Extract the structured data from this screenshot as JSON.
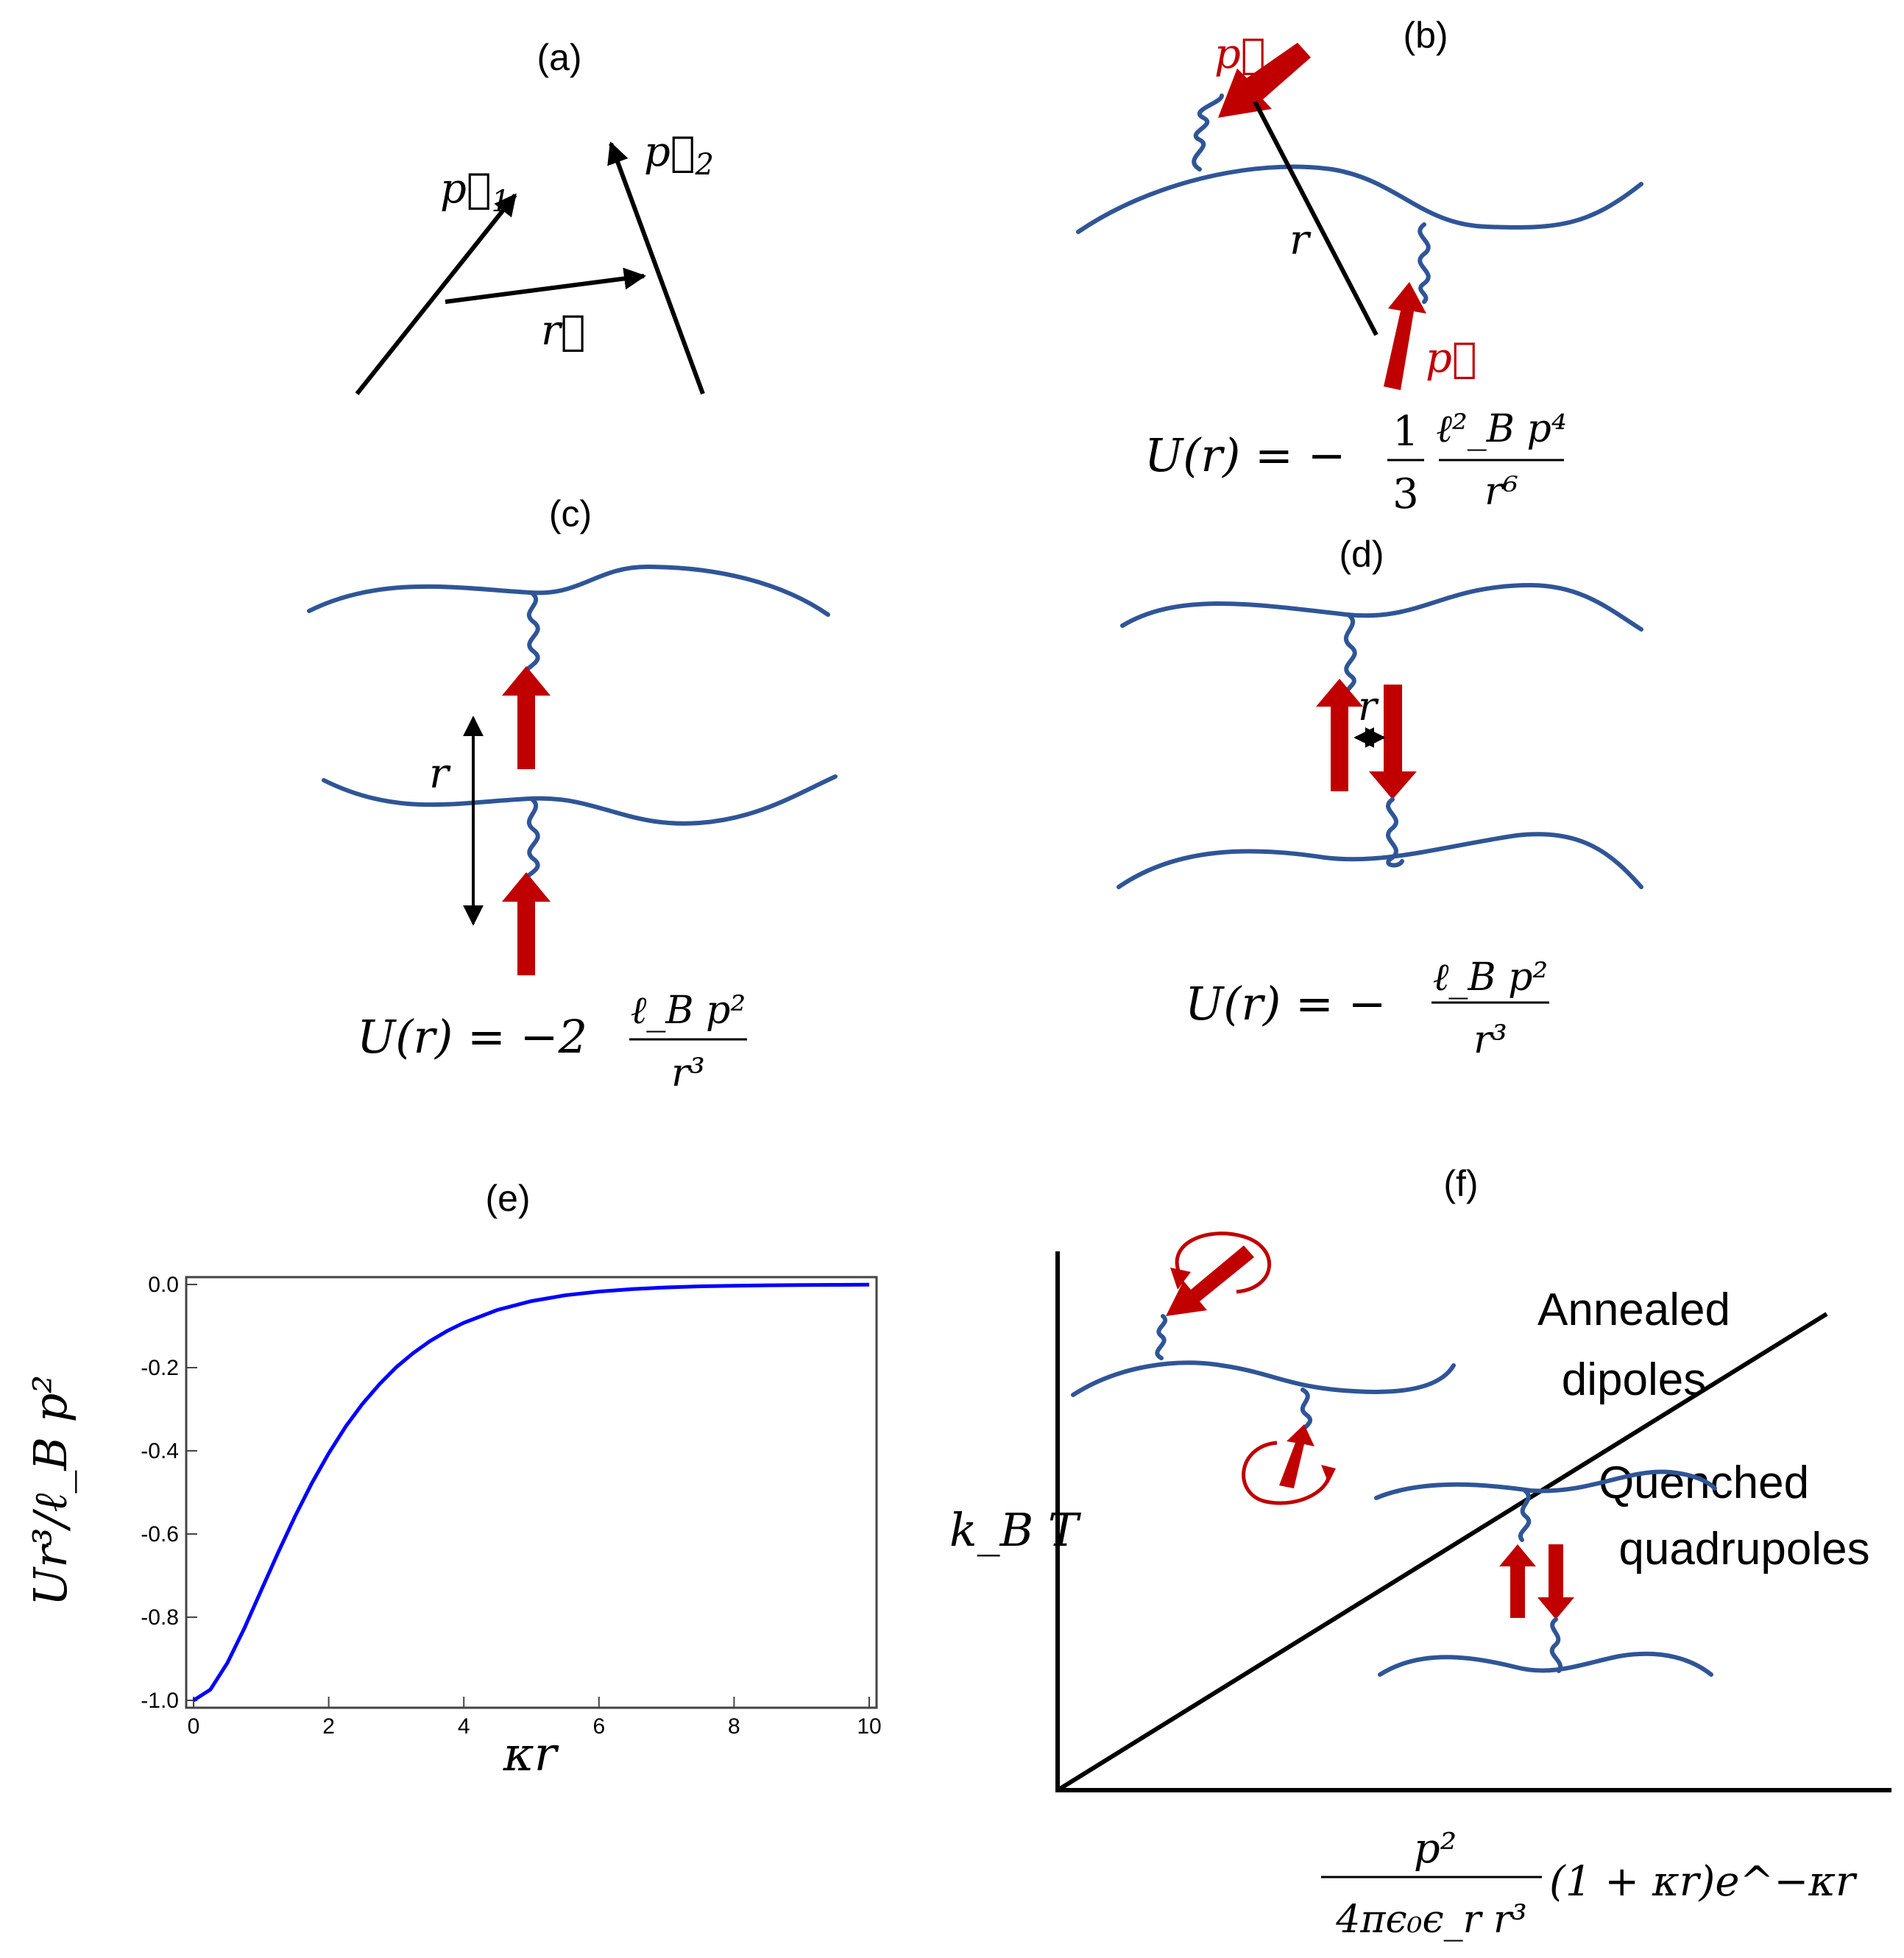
{
  "panels": {
    "a": {
      "label": "(a)",
      "p1": "p⃗",
      "p1_sub": "1",
      "p2": "p⃗",
      "p2_sub": "2",
      "r": "r⃗"
    },
    "b": {
      "label": "(b)",
      "p_top": "p⃗",
      "p_bottom": "p⃗",
      "r": "r",
      "eq_lhs": "U(r) = −",
      "eq_num1": "1",
      "eq_den1": "3",
      "eq_num2": "ℓ²_B p⁴",
      "eq_den2": "r⁶"
    },
    "c": {
      "label": "(c)",
      "r": "r",
      "eq_lhs": "U(r) = −2",
      "eq_num": "ℓ_B p²",
      "eq_den": "r³"
    },
    "d": {
      "label": "(d)",
      "r": "r",
      "eq_lhs": "U(r) = −",
      "eq_num": "ℓ_B p²",
      "eq_den": "r³"
    },
    "e": {
      "label": "(e)"
    },
    "f": {
      "label": "(f)",
      "ylabel": "k_B T",
      "region_top_1": "Annealed",
      "region_top_2": "dipoles",
      "region_bottom_1": "Quenched",
      "region_bottom_2": "quadrupoles",
      "xlabel_num": "p²",
      "xlabel_den": "4πϵ₀ϵ_r r³",
      "xlabel_tail": "(1 + κr)e^−κr"
    }
  },
  "chart_data": {
    "type": "line",
    "title": "(e)",
    "xlabel": "κr",
    "ylabel": "Ur³/ℓ_B p²",
    "xlim": [
      0,
      10
    ],
    "ylim": [
      -1.0,
      0.0
    ],
    "xticks": [
      0,
      2,
      4,
      6,
      8,
      10
    ],
    "yticks": [
      -1.0,
      -0.8,
      -0.6,
      -0.4,
      -0.2,
      0.0
    ],
    "series": [
      {
        "color": "#0000ff",
        "x": [
          0,
          0.25,
          0.5,
          0.75,
          1,
          1.25,
          1.5,
          1.75,
          2,
          2.25,
          2.5,
          2.75,
          3,
          3.25,
          3.5,
          3.75,
          4,
          4.5,
          5,
          5.5,
          6,
          6.5,
          7,
          7.5,
          8,
          8.5,
          9,
          9.5,
          10
        ],
        "y": [
          -1.0,
          -0.974,
          -0.91,
          -0.827,
          -0.736,
          -0.645,
          -0.558,
          -0.478,
          -0.406,
          -0.342,
          -0.287,
          -0.24,
          -0.199,
          -0.165,
          -0.136,
          -0.112,
          -0.092,
          -0.061,
          -0.04,
          -0.026,
          -0.017,
          -0.011,
          -0.007,
          -0.0045,
          -0.003,
          -0.0019,
          -0.0012,
          -0.0008,
          -0.0005
        ]
      }
    ]
  }
}
